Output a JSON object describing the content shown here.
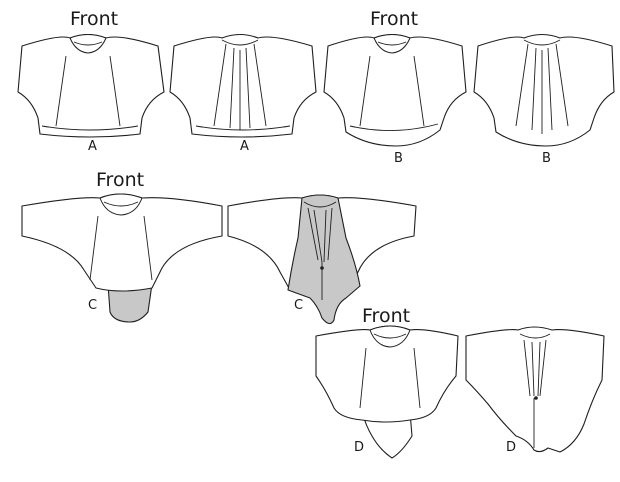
{
  "front_label": "Front",
  "views": {
    "A": "A",
    "B": "B",
    "C": "C",
    "D": "D"
  },
  "colors": {
    "ink": "#1f1f1f",
    "contrast_fill": "#c8c8c8"
  }
}
